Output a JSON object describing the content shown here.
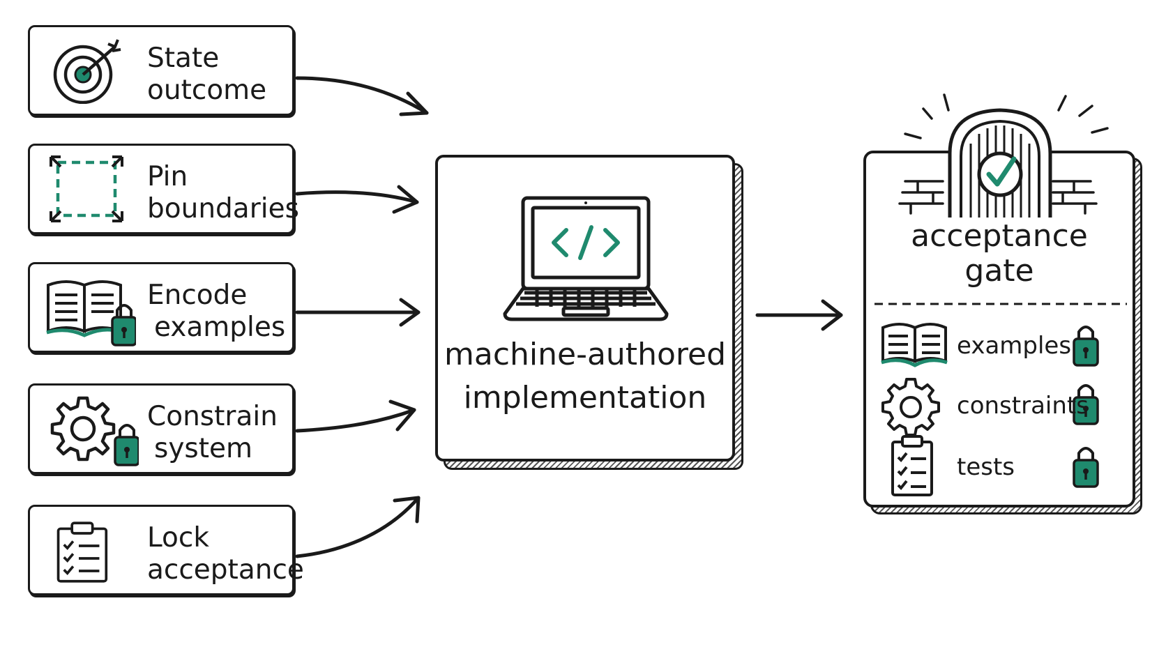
{
  "colors": {
    "ink": "#1a1a1a",
    "accent": "#1f8a6e"
  },
  "steps": [
    {
      "line1": "State",
      "line2": "outcome",
      "icon": "target-icon"
    },
    {
      "line1": "Pin",
      "line2": "boundaries",
      "icon": "dashed-box-icon"
    },
    {
      "line1": "Encode",
      "line2": "examples",
      "icon": "book-lock-icon"
    },
    {
      "line1": "Constrain",
      "line2": "system",
      "icon": "gear-lock-icon"
    },
    {
      "line1": "Lock",
      "line2": "acceptance",
      "icon": "clipboard-icon"
    }
  ],
  "implementation": {
    "line1": "machine-authored",
    "line2": "implementation",
    "icon": "laptop-code-icon"
  },
  "gate": {
    "title_line1": "acceptance",
    "title_line2": "gate",
    "icon": "gate-check-icon",
    "rows": [
      {
        "label": "examples",
        "icon": "book-icon"
      },
      {
        "label": "constraints",
        "icon": "gear-icon"
      },
      {
        "label": "tests",
        "icon": "clipboard-icon"
      }
    ]
  }
}
